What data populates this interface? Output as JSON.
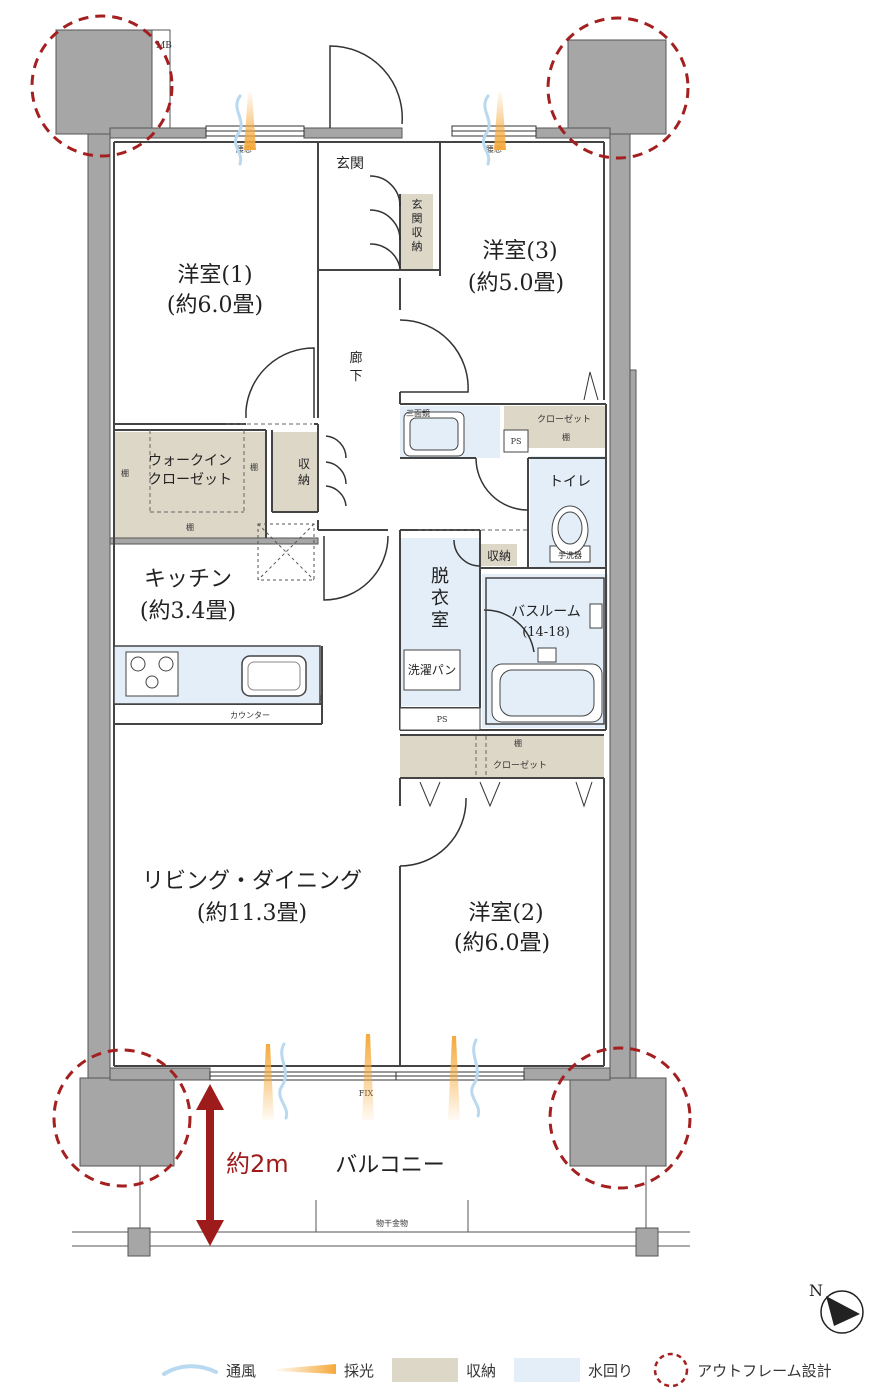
{
  "rooms": {
    "western1_name": "洋室(1)",
    "western1_size": "(約6.0畳)",
    "western2_name": "洋室(2)",
    "western2_size": "(約6.0畳)",
    "western3_name": "洋室(3)",
    "western3_size": "(約5.0畳)",
    "kitchen_name": "キッチン",
    "kitchen_size": "(約3.4畳)",
    "living_name": "リビング・ダイニング",
    "living_size": "(約11.3畳)",
    "entrance": "玄関",
    "entrance_storage": [
      "玄",
      "関",
      "収",
      "納"
    ],
    "corridor": [
      "廊",
      "下"
    ],
    "wic_line1": "ウォークイン",
    "wic_line2": "クローゼット",
    "storage_vertical": [
      "収",
      "納"
    ],
    "toilet": "トイレ",
    "washroom": [
      "脱",
      "衣",
      "室"
    ],
    "bathroom_name": "バスルーム",
    "bathroom_size": "(14-18)",
    "balcony": "バルコニー",
    "closet": "クローゼット",
    "storage": "収納",
    "washer_pan": "洗濯パン",
    "counter": "カウンター",
    "shelf": "棚",
    "ps": "PS",
    "mb": "MB",
    "fix": "FIX",
    "louver_window": "腰窓",
    "three_way_mirror": "三面鏡",
    "hand_wash": "手洗器",
    "drying_hardware": "物干金物",
    "depth_annotation": "約2m",
    "compass": "N"
  },
  "legend": [
    {
      "icon": "wind-icon",
      "label": "通風"
    },
    {
      "icon": "light-icon",
      "label": "採光"
    },
    {
      "icon": "storage-swatch",
      "label": "収納"
    },
    {
      "icon": "water-swatch",
      "label": "水回り"
    },
    {
      "icon": "outframe-icon",
      "label": "アウトフレーム設計"
    }
  ],
  "colors": {
    "wall": "#a6a6a6",
    "storage": "#ddd7c8",
    "water": "#e3eef8",
    "outframe": "#a41f1f",
    "light": "#f5a93a",
    "wind": "#b8d9f0",
    "arrow": "#9e1b1b"
  }
}
